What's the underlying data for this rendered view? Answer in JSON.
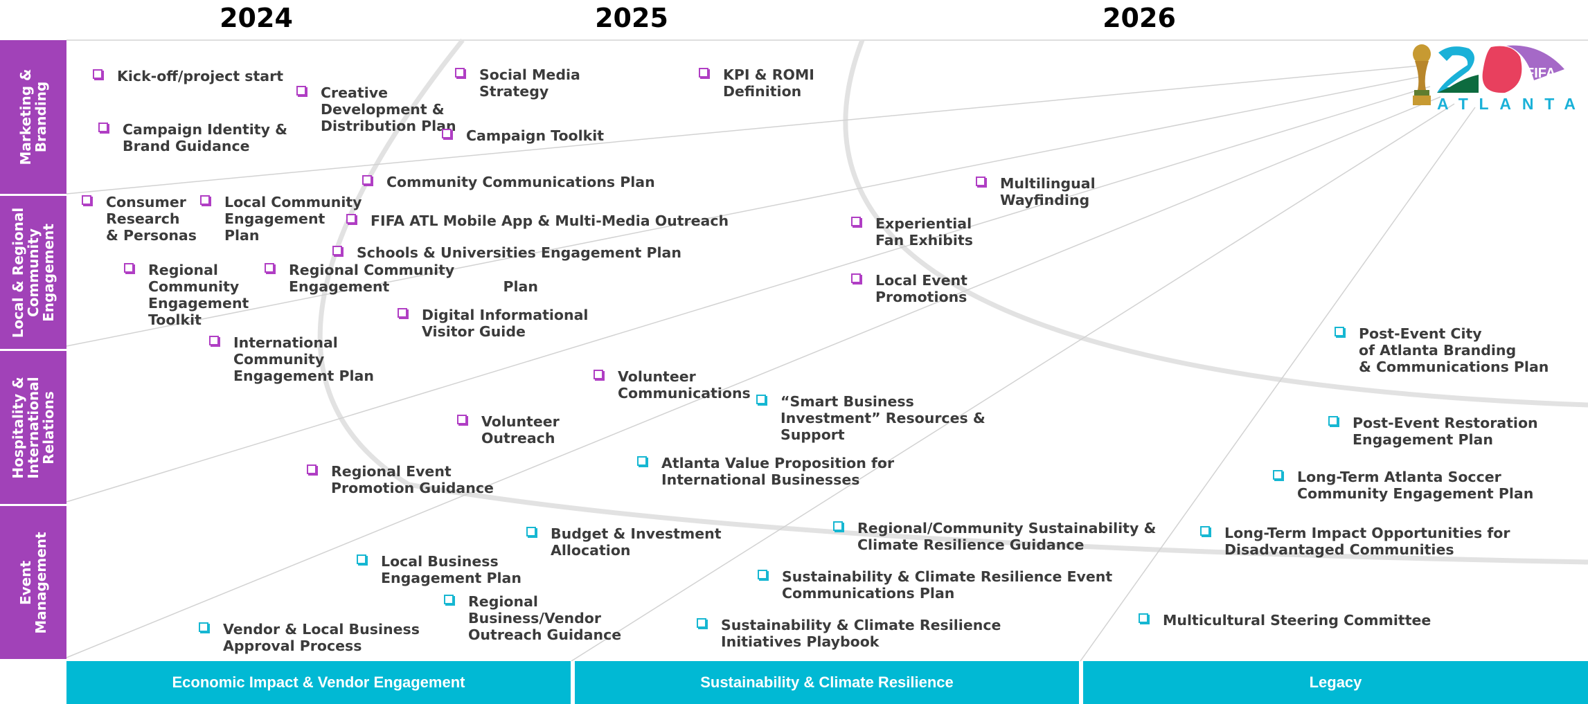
{
  "years": [
    "2024",
    "2025",
    "2026"
  ],
  "rows": [
    {
      "label": "Marketing &\nBranding"
    },
    {
      "label": "Local & Regional\nCommunity\nEngagement"
    },
    {
      "label": "Hospitality &\nInternational\nRelations"
    },
    {
      "label": "Event\nManagement"
    }
  ],
  "lanes": [
    {
      "label": "Economic Impact & Vendor Engagement"
    },
    {
      "label": "Sustainability & Climate Resilience"
    },
    {
      "label": "Legacy"
    }
  ],
  "logo": {
    "badge_text": "FIFA",
    "city_text": "ATLANTA",
    "number_text": "26"
  },
  "colors": {
    "row_purple": "#a142b8",
    "lane_cyan": "#01b9d4",
    "bullet_purple": "#b03ec4",
    "bullet_cyan": "#16b7d2",
    "text": "#3b3b3b"
  },
  "items": [
    {
      "text": "Kick-off/project start",
      "color": "purple"
    },
    {
      "text": "Campaign Identity &\nBrand Guidance",
      "color": "purple"
    },
    {
      "text": "Creative\nDevelopment &\nDistribution Plan",
      "color": "purple"
    },
    {
      "text": "Social Media\nStrategy",
      "color": "purple"
    },
    {
      "text": "Campaign Toolkit",
      "color": "purple"
    },
    {
      "text": "KPI & ROMI\nDefinition",
      "color": "purple"
    },
    {
      "text": "Community Communications Plan",
      "color": "purple"
    },
    {
      "text": "Consumer\nResearch\n& Personas",
      "color": "purple"
    },
    {
      "text": "Local Community\nEngagement\nPlan",
      "color": "purple"
    },
    {
      "text": "FIFA ATL Mobile App & Multi-Media Outreach",
      "color": "purple"
    },
    {
      "text": "Schools & Universities Engagement Plan",
      "color": "purple"
    },
    {
      "text": "Regional\nCommunity\nEngagement\nToolkit",
      "color": "purple"
    },
    {
      "text": "Regional Community\nEngagement                       Plan",
      "color": "purple"
    },
    {
      "text": "Digital Informational\nVisitor Guide",
      "color": "purple"
    },
    {
      "text": "Multilingual\nWayfinding",
      "color": "purple"
    },
    {
      "text": "Experiential\nFan Exhibits",
      "color": "purple"
    },
    {
      "text": "Local Event\nPromotions",
      "color": "purple"
    },
    {
      "text": "International\nCommunity\nEngagement Plan",
      "color": "purple"
    },
    {
      "text": "Volunteer\nCommunications",
      "color": "purple"
    },
    {
      "text": "Volunteer\nOutreach",
      "color": "purple"
    },
    {
      "text": "Regional Event\nPromotion Guidance",
      "color": "purple"
    },
    {
      "text": "“Smart Business\nInvestment” Resources &\nSupport",
      "color": "cyan"
    },
    {
      "text": "Atlanta Value Proposition for\nInternational Businesses",
      "color": "cyan"
    },
    {
      "text": "Post-Event City\nof Atlanta Branding\n& Communications Plan",
      "color": "cyan"
    },
    {
      "text": "Post-Event Restoration\nEngagement Plan",
      "color": "cyan"
    },
    {
      "text": "Long-Term Atlanta Soccer\nCommunity Engagement Plan",
      "color": "cyan"
    },
    {
      "text": "Budget & Investment\nAllocation",
      "color": "cyan"
    },
    {
      "text": "Regional/Community Sustainability &\nClimate Resilience Guidance",
      "color": "cyan"
    },
    {
      "text": "Long-Term Impact Opportunities for\nDisadvantaged Communities",
      "color": "cyan"
    },
    {
      "text": "Local Business\nEngagement Plan",
      "color": "cyan"
    },
    {
      "text": "Sustainability & Climate Resilience Event\nCommunications Plan",
      "color": "cyan"
    },
    {
      "text": "Regional\nBusiness/Vendor\nOutreach Guidance",
      "color": "cyan"
    },
    {
      "text": "Vendor & Local Business\nApproval Process",
      "color": "cyan"
    },
    {
      "text": "Sustainability & Climate Resilience\nInitiatives Playbook",
      "color": "cyan"
    },
    {
      "text": "Multicultural Steering Committee",
      "color": "cyan"
    }
  ]
}
